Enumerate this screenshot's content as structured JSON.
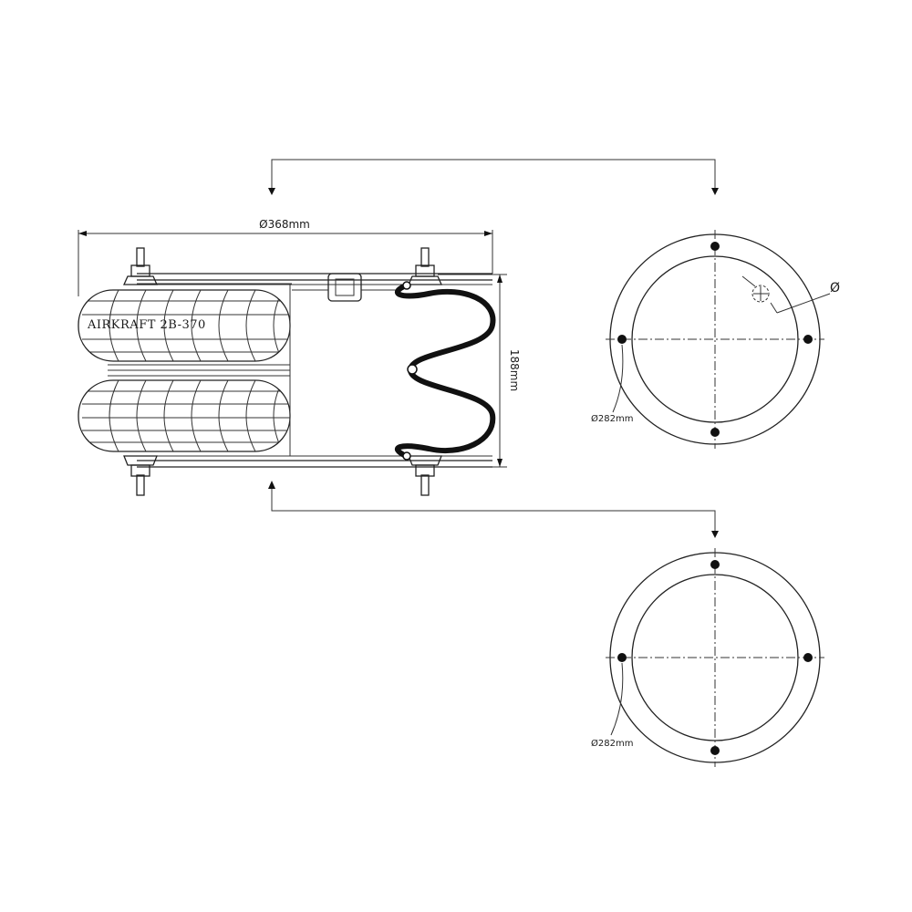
{
  "labels": {
    "brand": "AIRKRAFT 2B-370",
    "overall_diameter": "Ø368mm",
    "height": "188mm",
    "top_plate_bolt_circle": "Ø282mm",
    "bottom_plate_bolt_circle": "Ø282mm",
    "port_diameter_symbol": "Ø"
  },
  "colors": {
    "line": "#222222",
    "background": "#ffffff"
  }
}
